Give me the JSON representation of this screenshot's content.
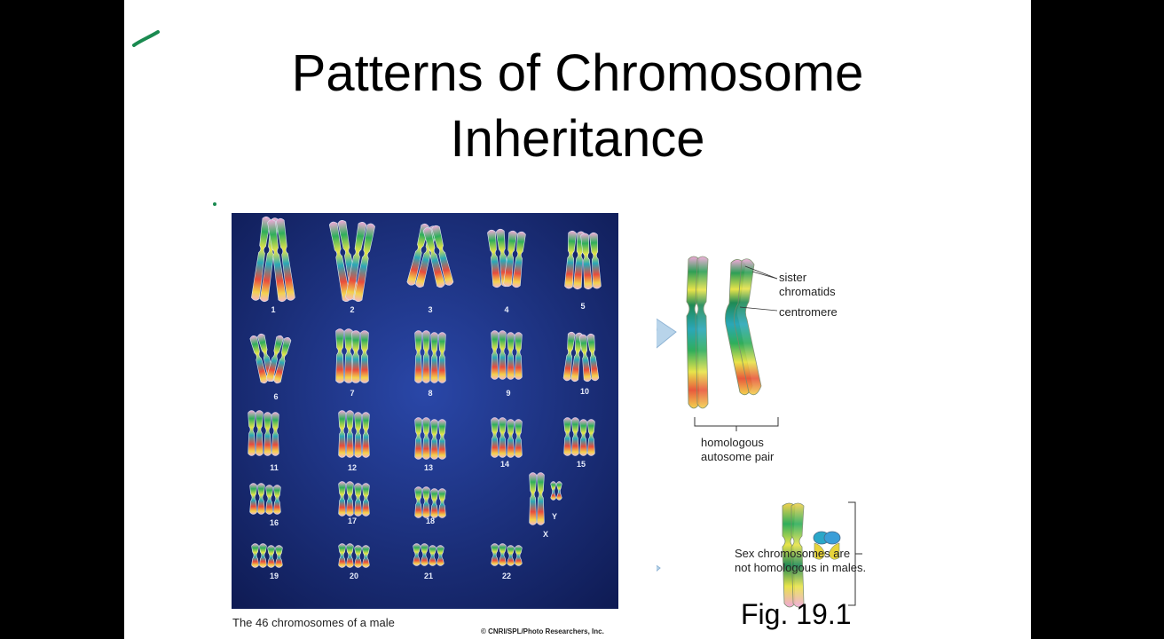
{
  "slide": {
    "title_line1": "Patterns of Chromosome",
    "title_line2": "Inheritance",
    "figure_caption": "Fig. 19.1"
  },
  "karyotype": {
    "caption": "The 46 chromosomes of a male",
    "credit": "© CNRI/SPL/Photo Researchers, Inc.",
    "chromosome_numbers": [
      "1",
      "2",
      "3",
      "4",
      "5",
      "6",
      "7",
      "8",
      "9",
      "10",
      "11",
      "12",
      "13",
      "14",
      "15",
      "16",
      "17",
      "18",
      "19",
      "20",
      "21",
      "22",
      "X",
      "Y"
    ]
  },
  "labels": {
    "sister_chromatids_line1": "sister",
    "sister_chromatids_line2": "chromatids",
    "centromere": "centromere",
    "homologous_line1": "homologous",
    "homologous_line2": "autosome pair",
    "sex_line1": "Sex chromosomes are",
    "sex_line2": "not homologous in males."
  },
  "colors": {
    "slide_background": "#ffffff",
    "page_background": "#000000",
    "karyotype_background": "#1b2f7a",
    "arrow": "#b8d4ea",
    "pen_mark": "#1a8a50"
  }
}
